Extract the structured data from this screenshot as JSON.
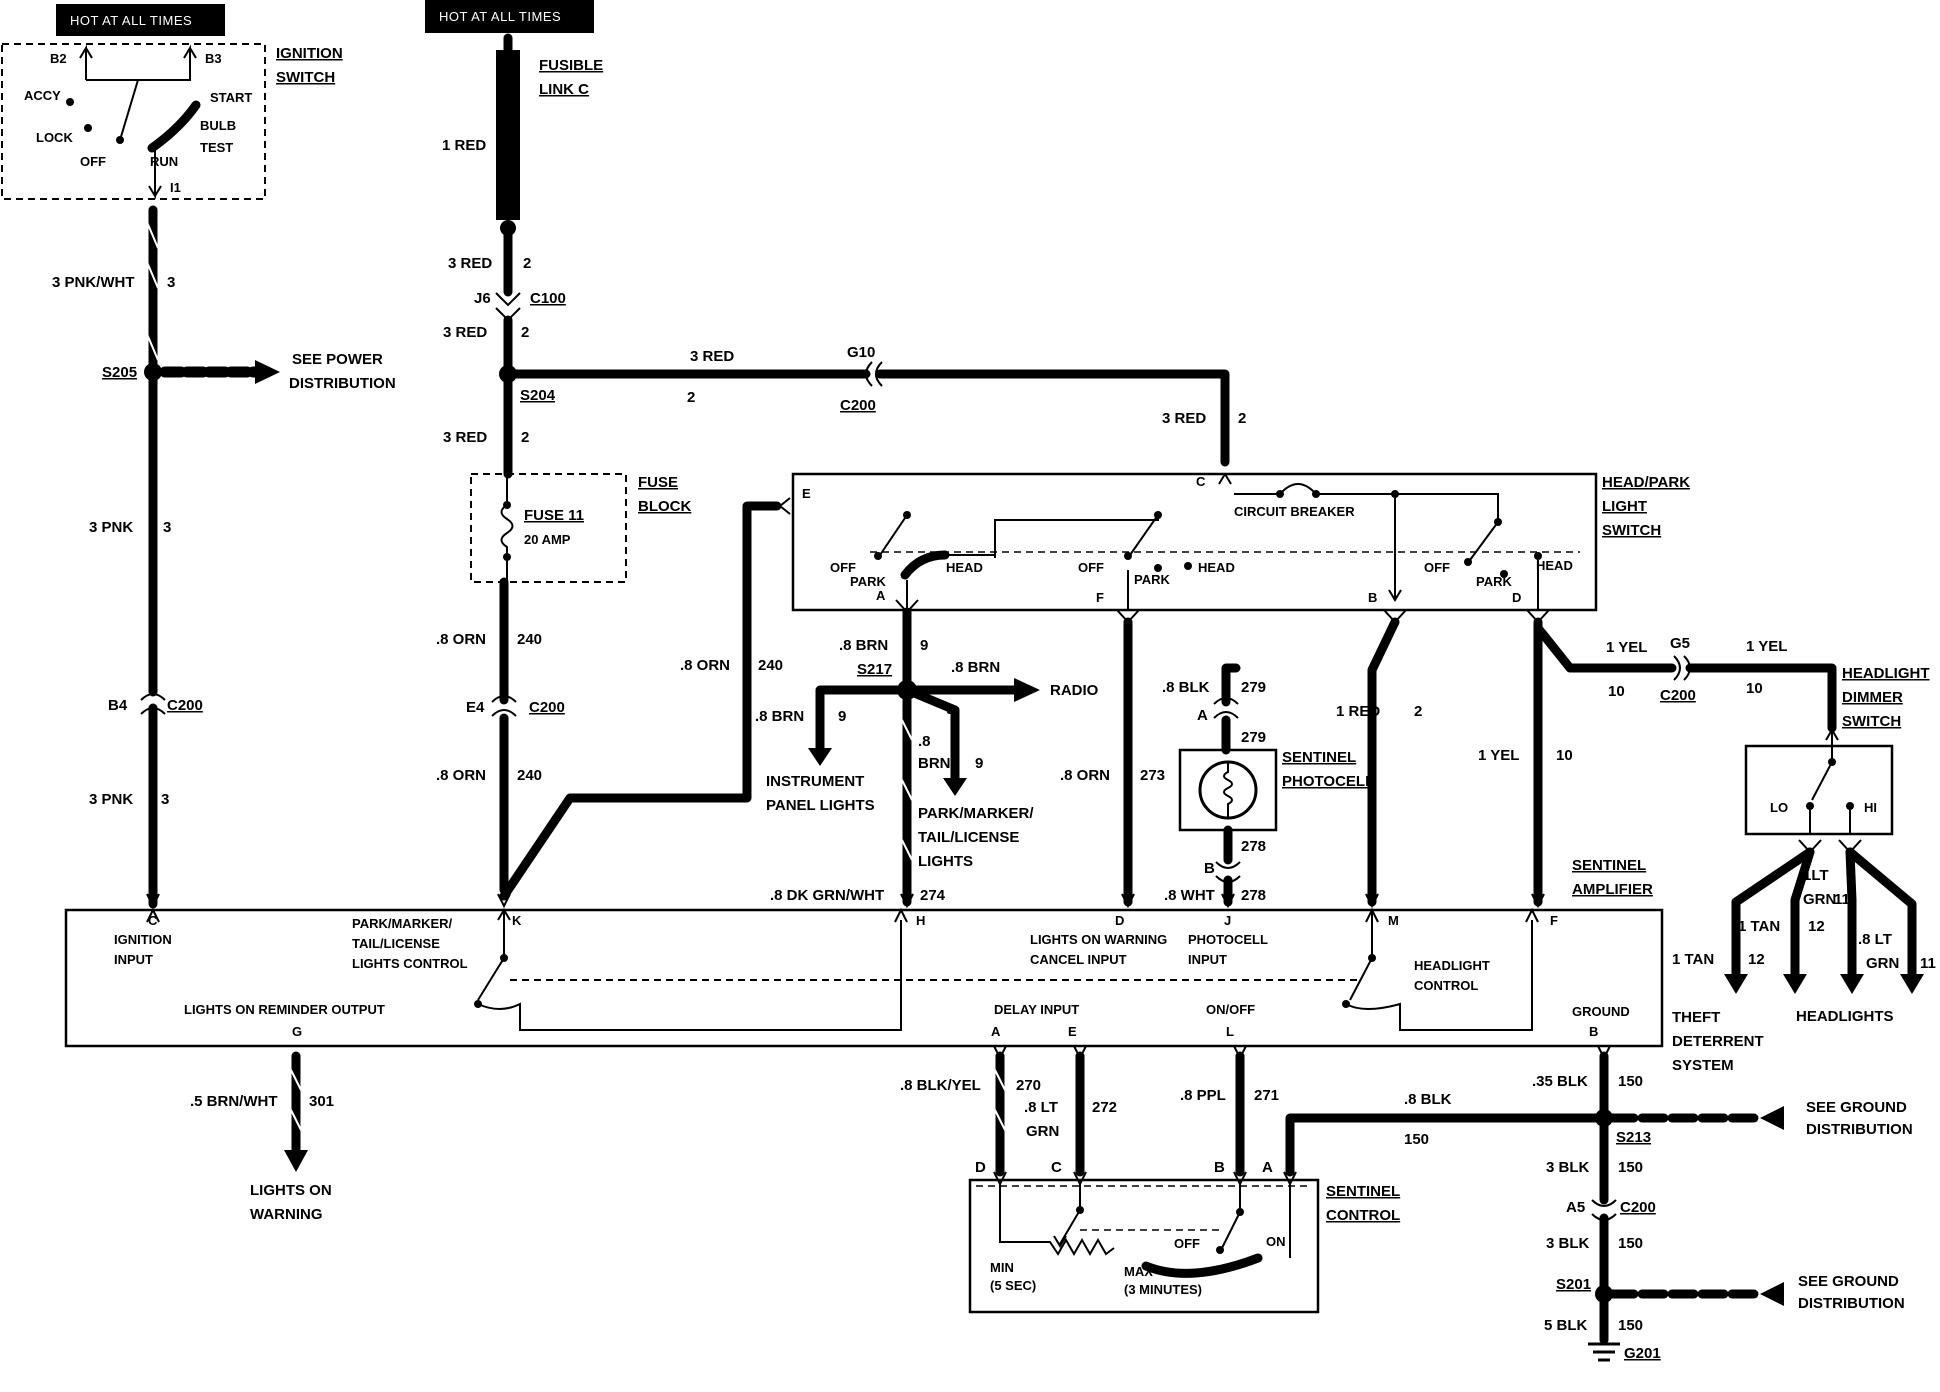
{
  "hot_labels": [
    "HOT AT ALL TIMES",
    "HOT AT ALL TIMES"
  ],
  "ignition_switch": {
    "title": [
      "IGNITION",
      "SWITCH"
    ],
    "terminals": [
      "B2",
      "B3",
      "I1"
    ],
    "positions": [
      "ACCY",
      "LOCK",
      "OFF",
      "RUN",
      "START",
      "BULB",
      "TEST"
    ]
  },
  "fusible_link": {
    "title": [
      "FUSIBLE",
      "LINK C"
    ],
    "wire": "1 RED"
  },
  "splices": {
    "s205": "S205",
    "s204": "S204",
    "s217": "S217",
    "s213": "S213",
    "s201": "S201",
    "g201": "G201"
  },
  "connectors": {
    "j6": "J6",
    "c100": "C100",
    "g10": "G10",
    "c200": "C200",
    "b4": "B4",
    "e4": "E4",
    "g5": "G5",
    "a5": "A5"
  },
  "see_power": [
    "SEE POWER",
    "DISTRIBUTION"
  ],
  "fuse_block": {
    "title": [
      "FUSE",
      "BLOCK"
    ],
    "fuse": "FUSE 11",
    "rating": "20 AMP"
  },
  "head_park_switch": {
    "title": [
      "HEAD/PARK",
      "LIGHT",
      "SWITCH"
    ],
    "circuit_breaker": "CIRCUIT BREAKER",
    "terminals": [
      "E",
      "C",
      "A",
      "F",
      "B",
      "D"
    ],
    "positions": [
      "OFF",
      "PARK",
      "HEAD"
    ]
  },
  "wires": {
    "pnk_wht": "3 PNK/WHT",
    "pnk_wht_num": "3",
    "pnk": "3 PNK",
    "pnk_num": "3",
    "red3": "3 RED",
    "red_num": "2",
    "orn": ".8 ORN",
    "orn_num": "240",
    "orn273": ".8 ORN",
    "orn273_num": "273",
    "brn": ".8 BRN",
    "brn_num": "9",
    "brn_a": ".8",
    "brn_b": "BRN",
    "blk279": ".8 BLK",
    "num279": "279",
    "red1": "1 RED",
    "yel1": "1 YEL",
    "yel_num": "10",
    "num278": "278",
    "wht278": ".8 WHT",
    "dkgrn": ".8 DK GRN/WHT",
    "dkgrn_num": "274",
    "brnwht": ".5 BRN/WHT",
    "brnwht_num": "301",
    "blkyel": ".8 BLK/YEL",
    "blkyel_num": "270",
    "ltgrn_a": ".8 LT",
    "ltgrn_b": "GRN",
    "ltgrn_num": "272",
    "ppl": ".8 PPL",
    "ppl_num": "271",
    "blk150_8": ".8 BLK",
    "blk150_35": ".35 BLK",
    "blk150_3": "3 BLK",
    "blk150_5": "5 BLK",
    "num150": "150",
    "tan": "1 TAN",
    "tan_num": "12",
    "ltgrn1_a": "1LT",
    "ltgrn1_b": "GRN",
    "ltgrn1_num": "11",
    "ltgrn8_a": ".8 LT",
    "ltgrn8_b": "GRN",
    "ltgrn8_num": "11"
  },
  "destinations": {
    "radio": "RADIO",
    "instrument": [
      "INSTRUMENT",
      "PANEL LIGHTS"
    ],
    "park_marker": [
      "PARK/MARKER/",
      "TAIL/LICENSE",
      "LIGHTS"
    ],
    "lights_on_warning": [
      "LIGHTS ON",
      "WARNING"
    ],
    "see_ground": [
      "SEE GROUND",
      "DISTRIBUTION"
    ],
    "theft": [
      "THEFT",
      "DETERRENT",
      "SYSTEM"
    ],
    "headlights": "HEADLIGHTS"
  },
  "photocell": {
    "title": [
      "SENTINEL",
      "PHOTOCELL"
    ],
    "terminals": [
      "A",
      "B"
    ]
  },
  "dimmer": {
    "title": [
      "HEADLIGHT",
      "DIMMER",
      "SWITCH"
    ],
    "lo": "LO",
    "hi": "HI"
  },
  "amplifier": {
    "title": [
      "SENTINEL",
      "AMPLIFIER"
    ],
    "terminals": [
      "C",
      "K",
      "H",
      "D",
      "J",
      "M",
      "F",
      "G",
      "A",
      "E",
      "L",
      "B"
    ],
    "ignition_input": [
      "IGNITION",
      "INPUT"
    ],
    "park_control": [
      "PARK/MARKER/",
      "TAIL/LICENSE",
      "LIGHTS CONTROL"
    ],
    "lights_on_cancel": [
      "LIGHTS ON WARNING",
      "CANCEL INPUT"
    ],
    "photocell_input": [
      "PHOTOCELL",
      "INPUT"
    ],
    "headlight_control": [
      "HEADLIGHT",
      "CONTROL"
    ],
    "reminder_output": "LIGHTS ON REMINDER OUTPUT",
    "delay_input": "DELAY INPUT",
    "on_off": "ON/OFF",
    "ground": "GROUND"
  },
  "sentinel_control": {
    "title": [
      "SENTINEL",
      "CONTROL"
    ],
    "terminals": [
      "D",
      "C",
      "B",
      "A"
    ],
    "min": [
      "MIN",
      "(5 SEC)"
    ],
    "max": [
      "MAX",
      "(3 MINUTES)"
    ],
    "off": "OFF",
    "on": "ON"
  }
}
